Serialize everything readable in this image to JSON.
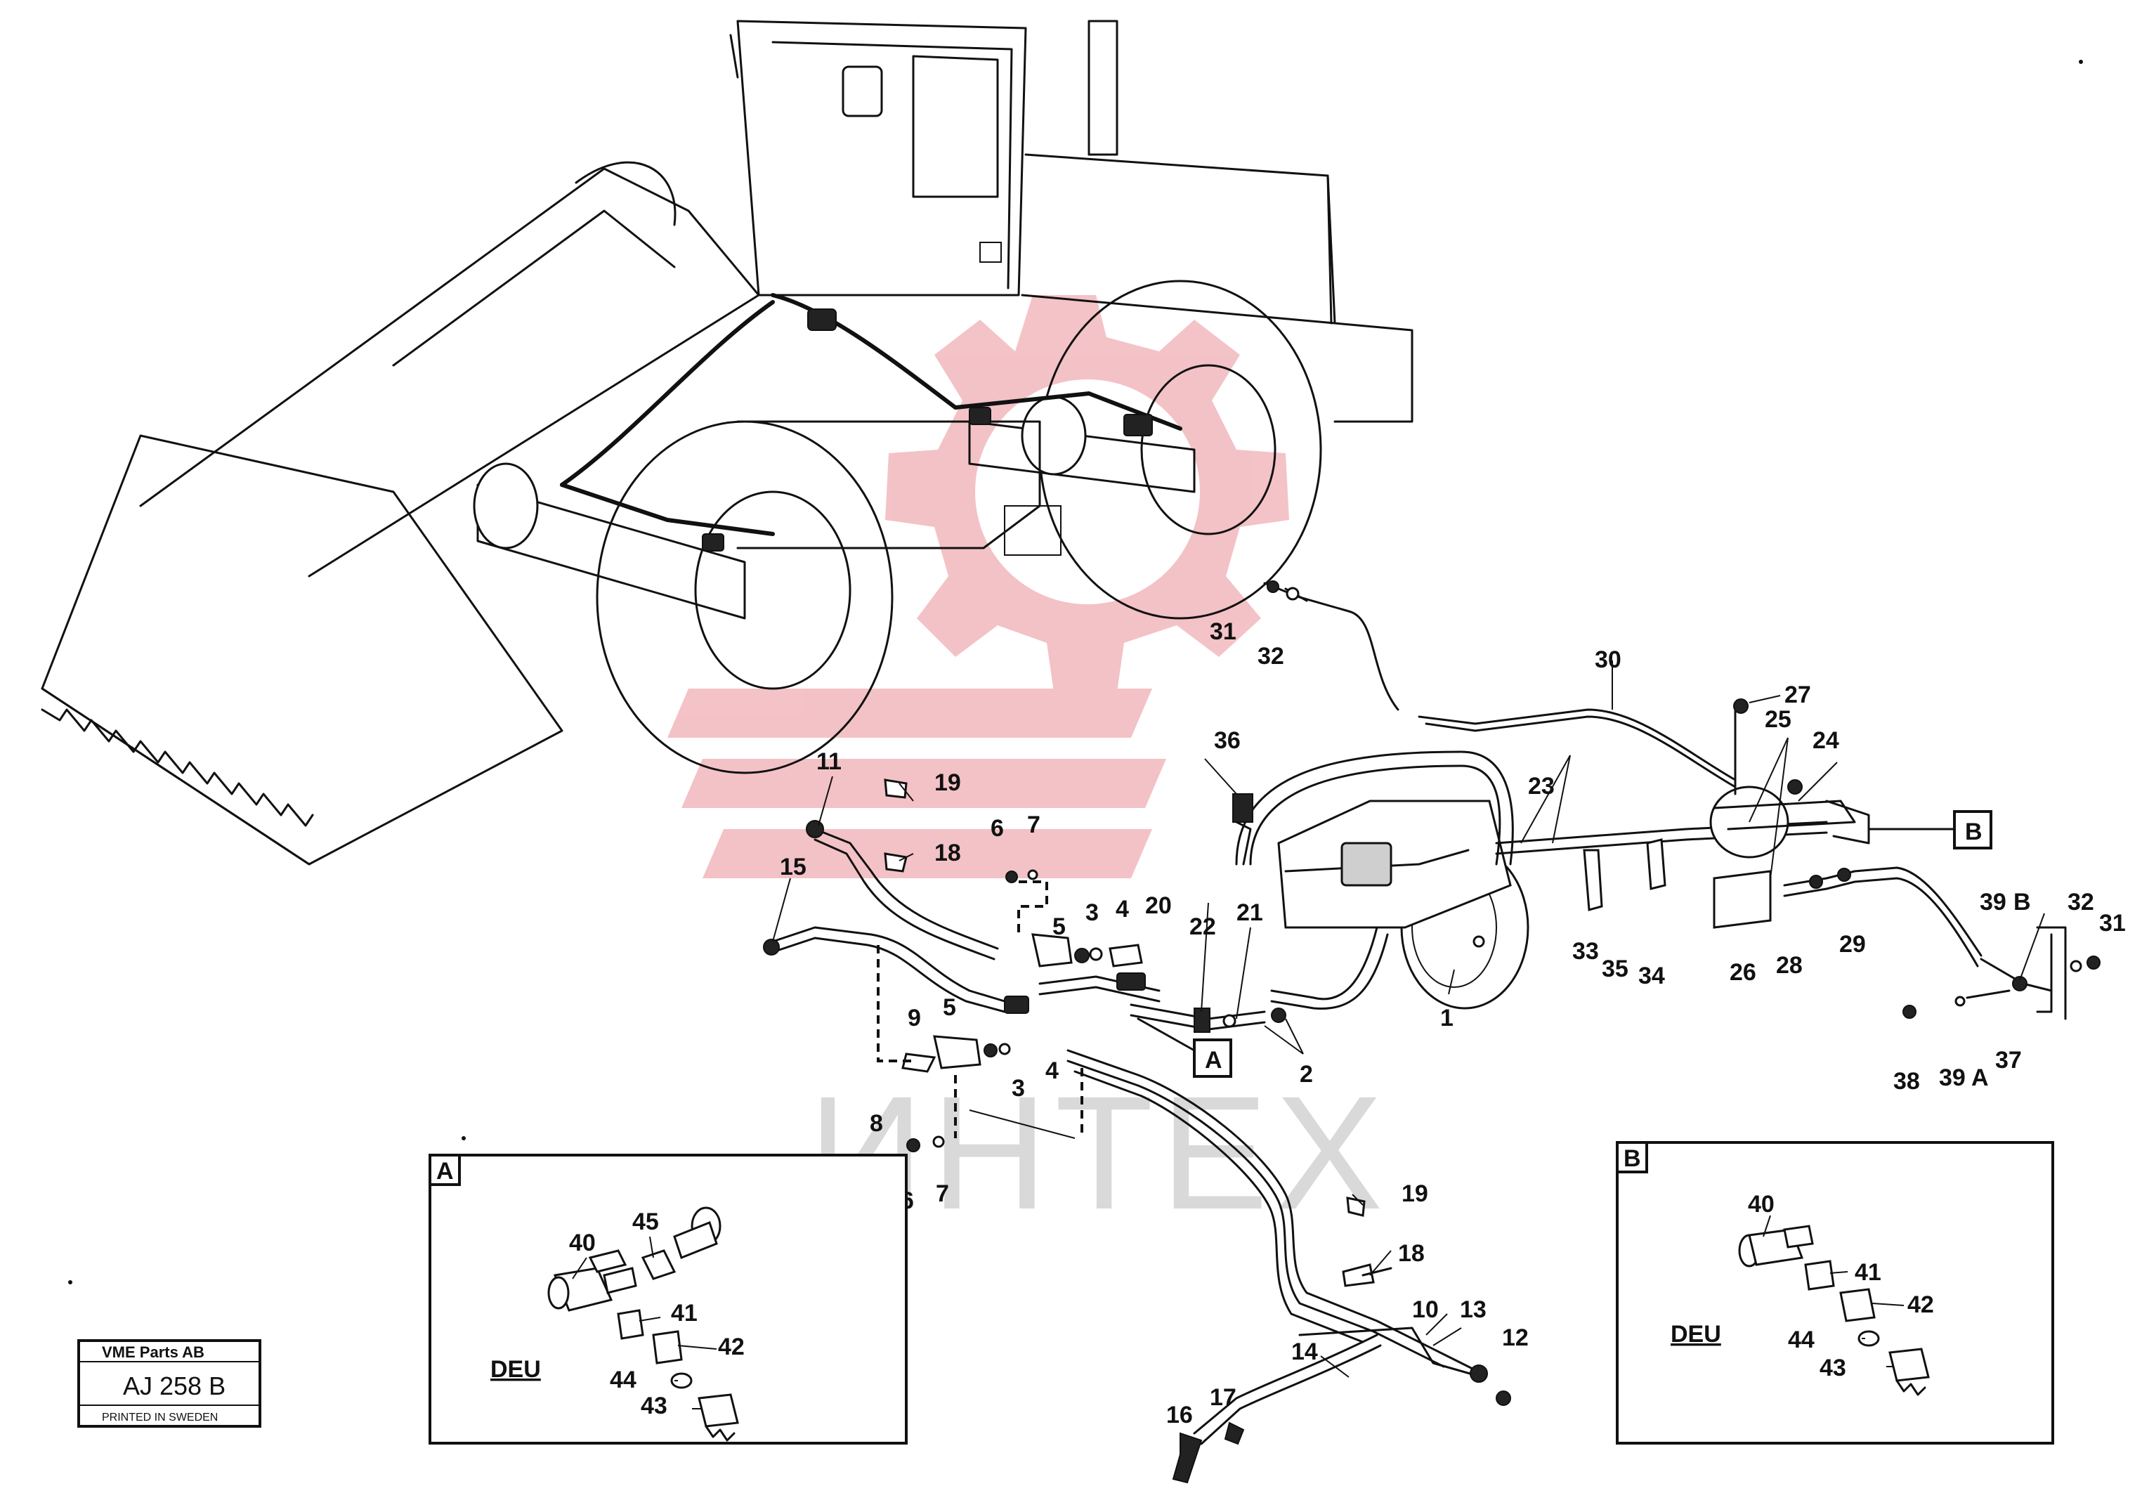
{
  "watermark": {
    "text": "ИНТЕХ",
    "logo_color": "#f2b8bd",
    "text_color": "#d9d9d9"
  },
  "callouts": {
    "c1": "1",
    "c2": "2",
    "c3a": "3",
    "c3b": "3",
    "c4a": "4",
    "c4b": "4",
    "c5a": "5",
    "c5b": "5",
    "c6a": "6",
    "c6b": "6",
    "c7a": "7",
    "c7b": "7",
    "c8": "8",
    "c9": "9",
    "c10": "10",
    "c11": "11",
    "c12": "12",
    "c13": "13",
    "c14": "14",
    "c15": "15",
    "c16": "16",
    "c17": "17",
    "c18a": "18",
    "c18b": "18",
    "c19a": "19",
    "c19b": "19",
    "c20": "20",
    "c21": "21",
    "c22": "22",
    "c23": "23",
    "c24": "24",
    "c25": "25",
    "c26": "26",
    "c27": "27",
    "c28": "28",
    "c29": "29",
    "c30": "30",
    "c31a": "31",
    "c31b": "31",
    "c32a": "32",
    "c32b": "32",
    "c33": "33",
    "c34": "34",
    "c35": "35",
    "c36": "36",
    "c37": "37",
    "c38": "38",
    "c39a": "39",
    "c39aA": "A",
    "c39b": "39",
    "c39bB": "B"
  },
  "view_refs": {
    "a": "A",
    "b": "B"
  },
  "detail_a": {
    "tag": "A",
    "note": "DEU",
    "labels": {
      "l40": "40",
      "l45": "45",
      "l41": "41",
      "l42": "42",
      "l44": "44",
      "l43": "43"
    }
  },
  "detail_b": {
    "tag": "B",
    "note": "DEU",
    "labels": {
      "l40": "40",
      "l41": "41",
      "l42": "42",
      "l44": "44",
      "l43": "43"
    }
  },
  "title_block": {
    "company": "VME Parts AB",
    "drawing_no": "AJ 258  B",
    "printed": "PRINTED IN SWEDEN"
  }
}
